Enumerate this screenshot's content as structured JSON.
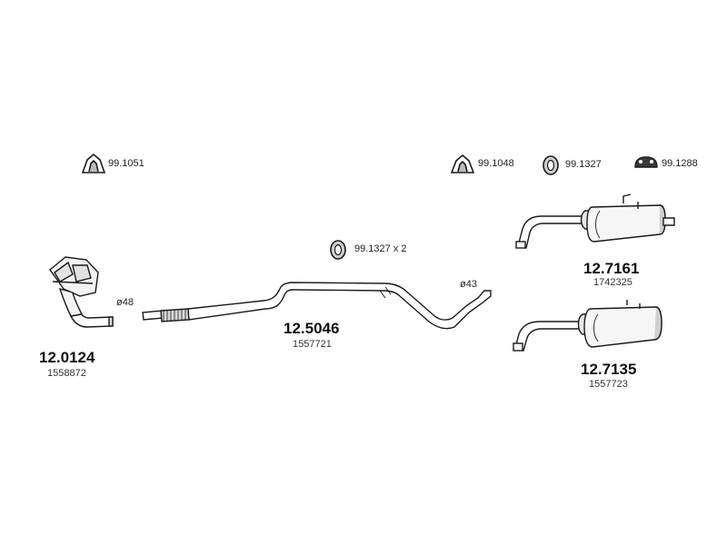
{
  "parts": {
    "manifold": {
      "number": "12.0124",
      "oem": "1558872",
      "diameter": "ø48"
    },
    "mid_pipe": {
      "number": "12.5046",
      "oem": "1557721",
      "diameter": "ø43"
    },
    "rear_upper": {
      "number": "12.7161",
      "oem": "1742325"
    },
    "rear_lower": {
      "number": "12.7135",
      "oem": "1557723"
    }
  },
  "accessories": {
    "clamp_left": "99.1051",
    "clamp_right": "99.1048",
    "hanger_right": "99.1327",
    "rubber_mount": "99.1288",
    "hanger_mid": "99.1327 x 2"
  },
  "colors": {
    "line": "#1a1a1a",
    "fill": "#ffffff",
    "shade": "#bdbdbd"
  }
}
